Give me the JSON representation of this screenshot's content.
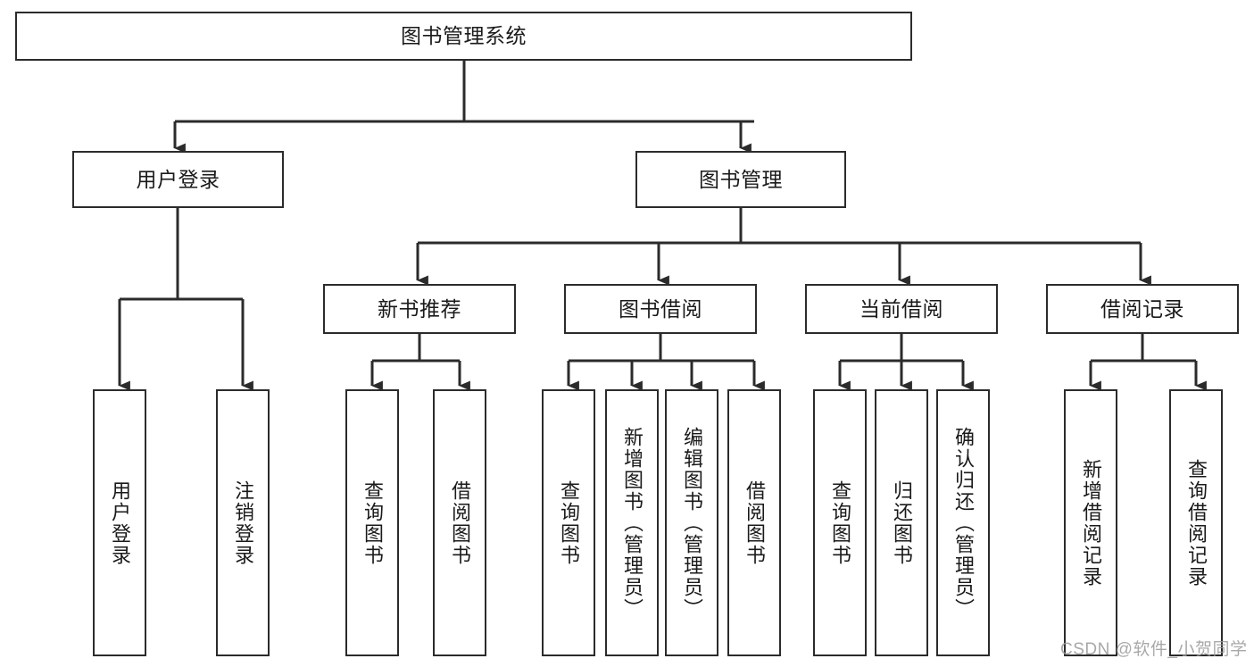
{
  "diagram": {
    "type": "tree",
    "title": "图书管理系统",
    "orientation": "top-down",
    "colors": {
      "box_border": "#2b2b2b",
      "box_fill": "#ffffff",
      "edge": "#2b2b2b",
      "text": "#1a1a1a",
      "watermark": "#9a9a9a"
    },
    "nodes": {
      "root": {
        "label": "图书管理系统"
      },
      "level2": [
        {
          "label": "用户登录"
        },
        {
          "label": "图书管理"
        }
      ],
      "level3": [
        {
          "label": "新书推荐"
        },
        {
          "label": "图书借阅"
        },
        {
          "label": "当前借阅"
        },
        {
          "label": "借阅记录"
        }
      ],
      "leaves": {
        "user_login": [
          {
            "label": "用户登录"
          },
          {
            "label": "注销登录"
          }
        ],
        "new_book_recommend": [
          {
            "label": "查询图书"
          },
          {
            "label": "借阅图书"
          }
        ],
        "book_borrow": [
          {
            "label": "查询图书"
          },
          {
            "label": "新增图书（管理员）"
          },
          {
            "label": "编辑图书（管理员）"
          },
          {
            "label": "借阅图书"
          }
        ],
        "current_borrow": [
          {
            "label": "查询图书"
          },
          {
            "label": "归还图书"
          },
          {
            "label": "确认归还（管理员）"
          }
        ],
        "borrow_record": [
          {
            "label": "新增借阅记录"
          },
          {
            "label": "查询借阅记录"
          }
        ]
      }
    },
    "watermark": "CSDN @软件_小贺同学"
  }
}
